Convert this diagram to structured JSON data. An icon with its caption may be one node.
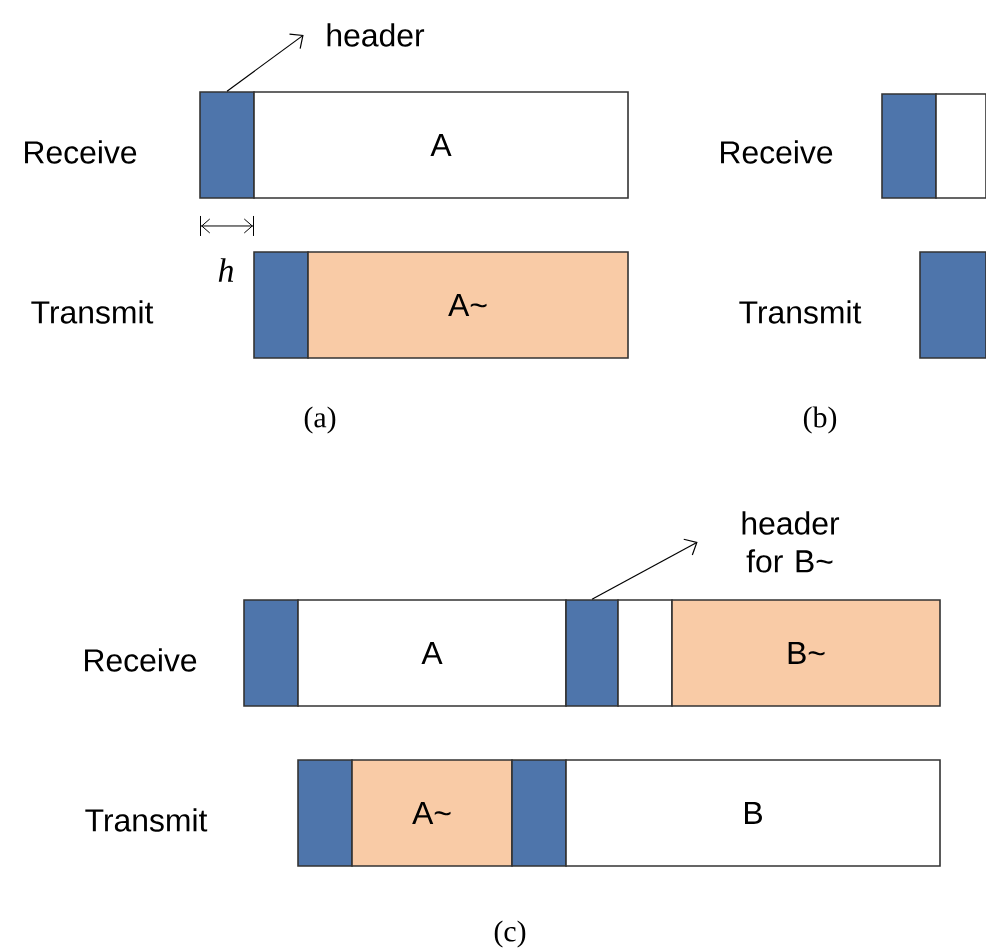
{
  "diagram": {
    "nodes": [
      {
        "text": [
          "header"
        ]
      },
      {
        "text": [],
        "shape": "box"
      },
      {
        "text": [
          "A"
        ]
      },
      {
        "text": [],
        "shape": "box"
      },
      {
        "text": [
          "A~"
        ]
      },
      {
        "text": [],
        "shape": "box"
      },
      {
        "text": [],
        "shape": "box"
      },
      {
        "text": [],
        "shape": "box"
      },
      {
        "text": [
          "header for B~"
        ]
      },
      {
        "text": [],
        "shape": "box"
      },
      {
        "text": [
          "A"
        ]
      },
      {
        "text": [],
        "shape": "box"
      },
      {
        "text": [],
        "shape": "box"
      },
      {
        "text": [
          "B~"
        ]
      },
      {
        "text": [],
        "shape": "box"
      },
      {
        "text": [
          "A~"
        ]
      },
      {
        "text": [],
        "shape": "box"
      },
      {
        "text": [
          "B"
        ]
      }
    ],
    "edges": [
      {
        "from": 1,
        "to": 0,
        "arrow": "to"
      },
      {
        "from": 11,
        "to": 8,
        "arrow": "to"
      }
    ],
    "labels": [
      "Receive",
      "Transmit",
      "h",
      "(a)",
      "Receive",
      "Transmit",
      "(b)",
      "Receive",
      "Transmit",
      "(c)"
    ]
  }
}
